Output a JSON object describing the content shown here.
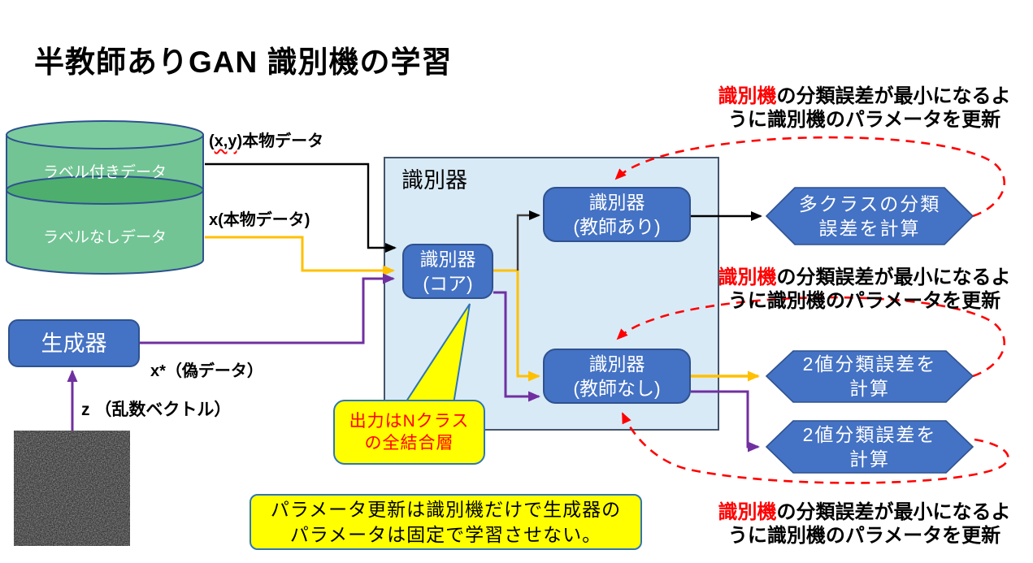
{
  "title": "半教師ありGAN 識別機の学習",
  "datastore": {
    "top_label": "ラベル付きデータ",
    "bottom_label": "ラベルなしデータ"
  },
  "generator": {
    "label": "生成器"
  },
  "flow_labels": {
    "xy_prefix": "(",
    "xy_wavy": "x,y",
    "xy_suffix": ")本物データ",
    "x_real": "x(本物データ)",
    "x_fake": "x*（偽データ）",
    "z_vector": "z （乱数ベクトル）"
  },
  "discriminator": {
    "container_label": "識別器",
    "core": {
      "line1": "識別器",
      "line2": "(コア)"
    },
    "supervised": {
      "line1": "識別器",
      "line2": "(教師あり)"
    },
    "unsupervised": {
      "line1": "識別器",
      "line2": "(教師なし)"
    }
  },
  "hexagons": [
    {
      "line1": "多クラスの分類",
      "line2": "誤差を計算"
    },
    {
      "line1": "2値分類誤差を",
      "line2": "計算"
    },
    {
      "line1": "2値分類誤差を",
      "line2": "計算"
    }
  ],
  "annotations": [
    {
      "highlight": "識別機",
      "line1_rest": "の分類誤差が最小になるよ",
      "line2": "うに識別機のパラメータを更新"
    },
    {
      "highlight": "識別機",
      "line1_rest": "の分類誤差が最小になるよ",
      "line2": "うに識別機のパラメータを更新"
    },
    {
      "highlight": "識別機",
      "line1_rest": "の分類誤差が最小になるよ",
      "line2": "うに識別機のパラメータを更新"
    }
  ],
  "callout": {
    "line1": "出力はNクラス",
    "line2": "の全結合層"
  },
  "note": {
    "line1": "パラメータ更新は識別機だけで生成器の",
    "line2": "パラメータは固定で学習させない。"
  },
  "colors": {
    "accent_blue": "#4472C4",
    "accent_blue_dark": "#2F528F",
    "panel_blue": "#D9EAF7",
    "cylinder_green": "#72C494",
    "cylinder_green_dark": "#4DAE6E",
    "yellow": "#FFFF00",
    "orange": "#FFC000",
    "purple": "#7030A0",
    "red": "#FF0000",
    "dark_line": "#404040"
  }
}
